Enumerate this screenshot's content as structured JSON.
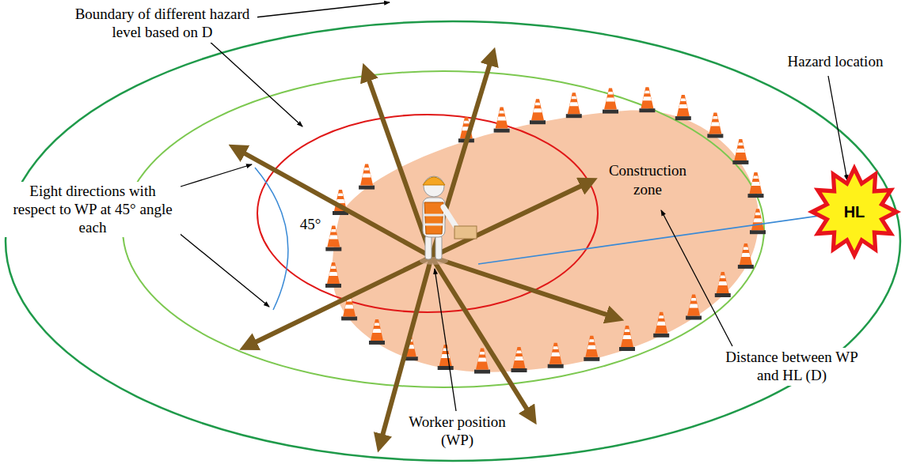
{
  "diagram": {
    "nodes": [
      {
        "text": [
          "Construction zone"
        ]
      },
      {
        "text": [
          "HL"
        ]
      }
    ],
    "labels": [
      "Boundary of different hazard level based on D",
      "Hazard location",
      "45°",
      "Eight directions with respect to WP at 45° angle each",
      "Worker position (WP)",
      "Distance between WP and HL (D)"
    ]
  }
}
